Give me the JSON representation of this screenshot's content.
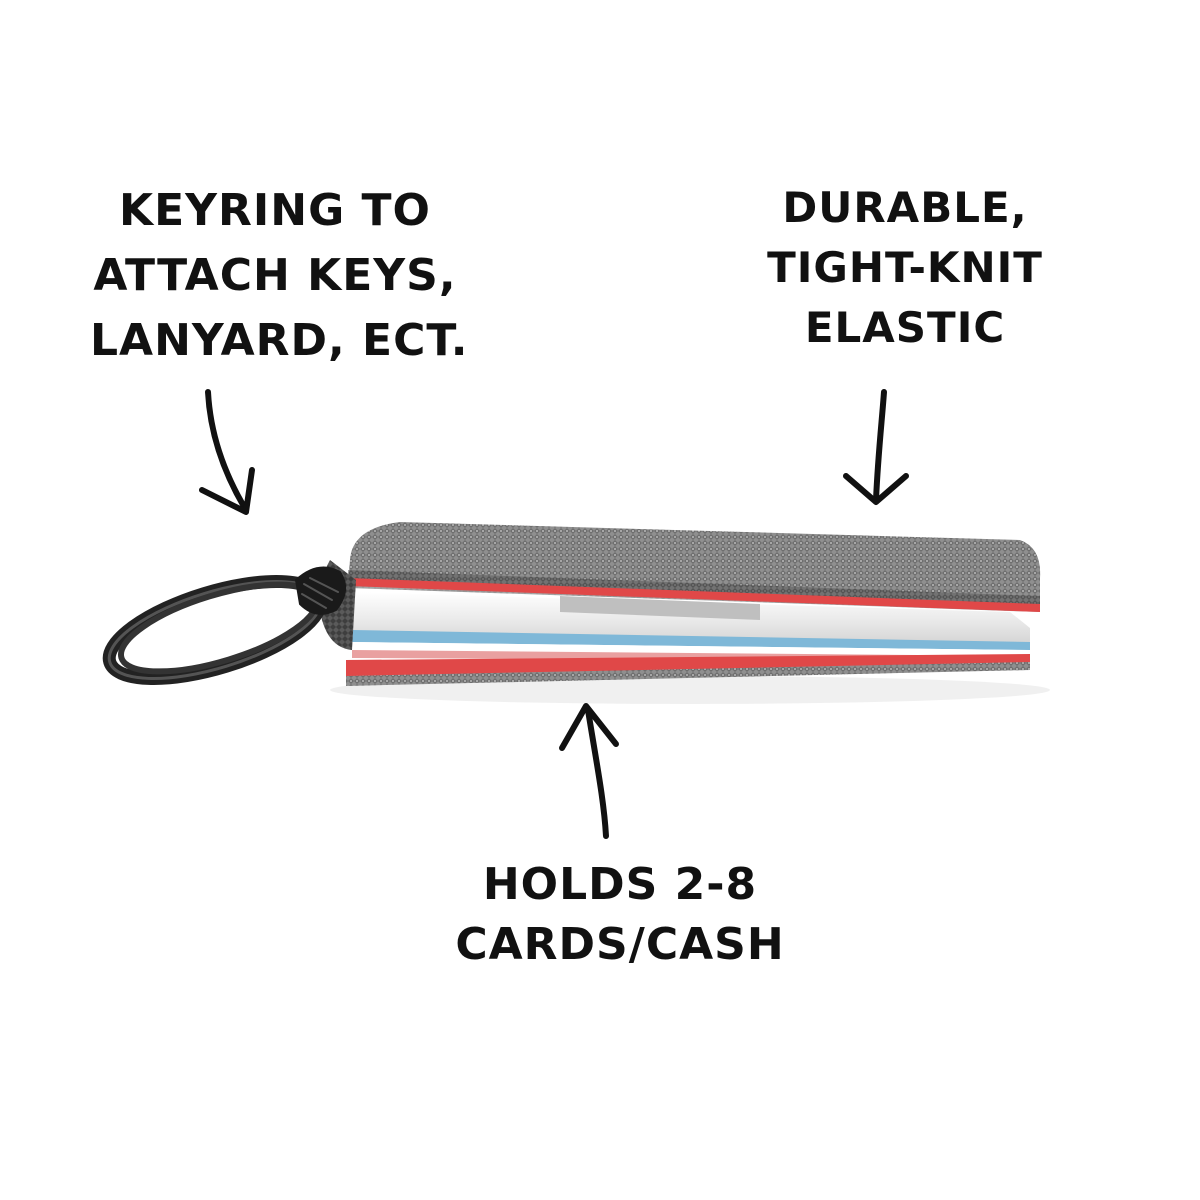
{
  "callouts": {
    "keyring": [
      "KEYRING TO",
      "ATTACH KEYS,",
      "LANYARD, ECT."
    ],
    "elastic": [
      "DURABLE,",
      "TIGHT-KNIT",
      "ELASTIC"
    ],
    "cards": [
      "HOLDS 2-8",
      "CARDS/CASH"
    ]
  },
  "colors": {
    "background": "#ffffff",
    "text": "#111111",
    "elastic_gray": "#8a8a8a",
    "elastic_dark": "#555555",
    "trim_red": "#e04848",
    "card_blue": "#7fb8d8",
    "keyring_black": "#222222"
  },
  "icons": [
    "arrow-down-icon",
    "arrow-up-icon",
    "keyring-icon",
    "wallet-illustration"
  ]
}
